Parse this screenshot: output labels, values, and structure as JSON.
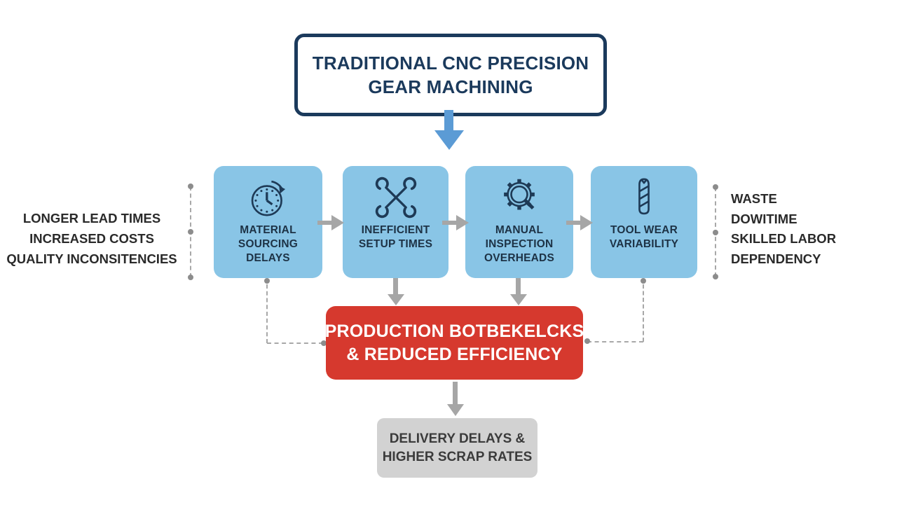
{
  "title": {
    "lines": [
      "TRADITIONAL CNC PRECISION",
      "GEAR MACHINING"
    ]
  },
  "causes": [
    {
      "icon": "clock-arrow-icon",
      "lines": [
        "MATERIAL",
        "SOURCING",
        "DELAYS"
      ]
    },
    {
      "icon": "crossed-wrenches-icon",
      "lines": [
        "INEFFICIENT",
        "SETUP TIMES"
      ]
    },
    {
      "icon": "gear-magnifier-icon",
      "lines": [
        "MANUAL",
        "INSPECTION",
        "OVERHEADS"
      ]
    },
    {
      "icon": "drill-bit-icon",
      "lines": [
        "TOOL WEAR",
        "VARIABILITY"
      ]
    }
  ],
  "left_annotations": {
    "lines": [
      "LONGER LEAD TIMES",
      "INCREASED COSTS",
      "QUALITY INCONSITENCIES"
    ]
  },
  "right_annotations": {
    "lines": [
      "WASTE",
      "DOWITIME",
      "SKILLED LABOR",
      "DEPENDENCY"
    ]
  },
  "bottleneck": {
    "lines": [
      "PRODUCTION BOTBEKELCKS",
      "& REDUCED EFFICIENCY"
    ]
  },
  "outcome": {
    "lines": [
      "DELIVERY DELAYS &",
      "HIGHER SCRAP RATES"
    ]
  },
  "colors": {
    "navy": "#1b3a5c",
    "light_blue": "#89c5e6",
    "arrow_blue": "#5b9bd5",
    "red": "#d6392e",
    "gray_box": "#d2d2d2",
    "arrow_gray": "#a6a6a6",
    "dashed_gray": "#a8a8a8",
    "text_dark": "#2a2a2a",
    "icon_stroke": "#1e3a56"
  }
}
